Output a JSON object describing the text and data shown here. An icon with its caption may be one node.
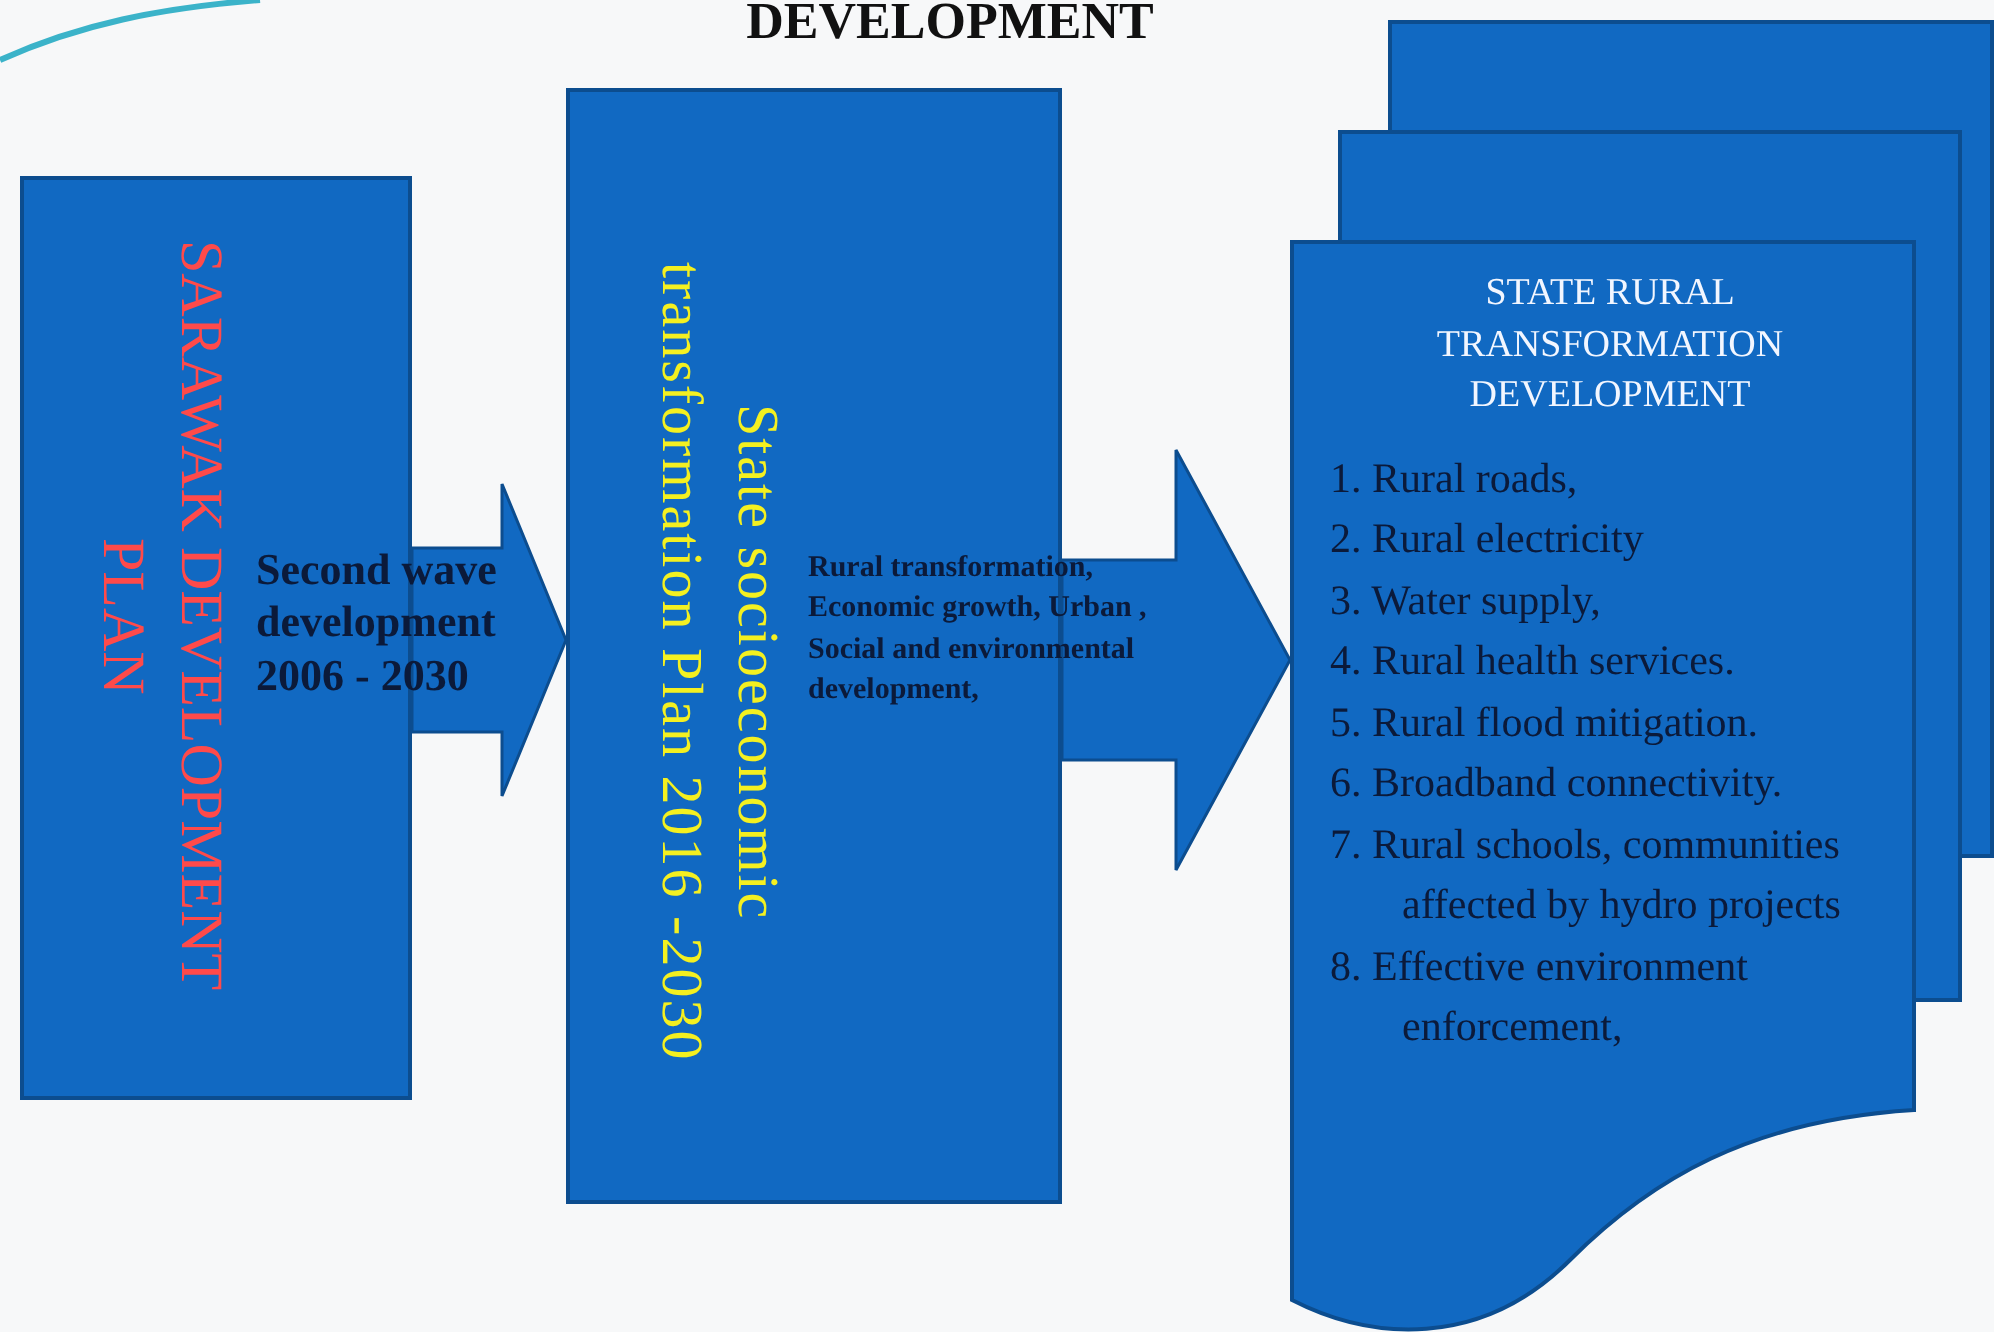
{
  "diagram": {
    "title": "DEVELOPMENT",
    "nodes": [
      {
        "text": [
          "SARAWAK DEVELOPMENT PLAN"
        ]
      },
      {
        "text": [
          "State socioeconomic transformation Plan 2016 -2030"
        ]
      },
      {
        "text": [
          "STATE RURAL TRANSFORMATION DEVELOPMENT",
          "1. Rural roads,",
          "2. Rural electricity",
          "3. Water supply,",
          "4. Rural health services.",
          "5. Rural flood mitigation.",
          "6. Broadband connectivity.",
          "7. Rural schools, communities affected by hydro projects",
          "8. Effective environment enforcement,"
        ]
      }
    ],
    "edges": [
      {
        "from": 0,
        "to": 1,
        "arrow": "to",
        "label": "Second wave development 2006 - 2030"
      },
      {
        "from": 1,
        "to": 2,
        "arrow": "to",
        "label": "Rural transformation, Economic growth, Urban , Social and environmental development,"
      }
    ]
  }
}
